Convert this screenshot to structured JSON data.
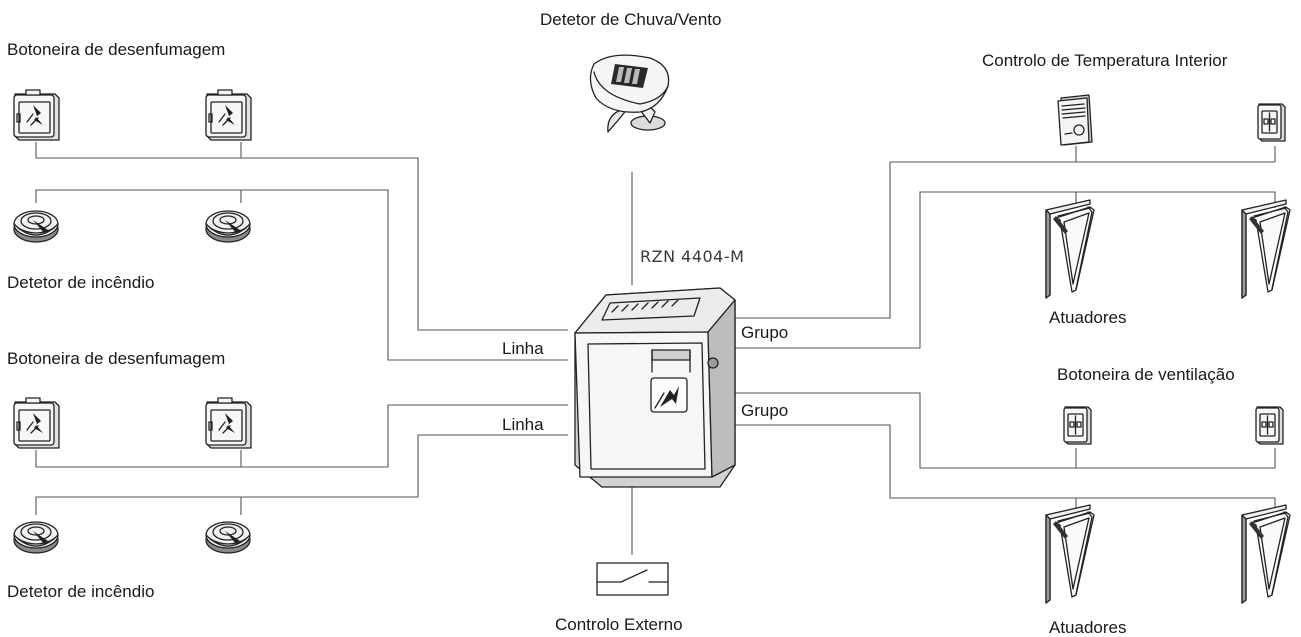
{
  "labels": {
    "smoke_button_top": "Botoneira de desenfumagem",
    "fire_detector_top": "Detetor de incêndio",
    "smoke_button_bottom": "Botoneira de desenfumagem",
    "fire_detector_bottom": "Detetor de incêndio",
    "rain_wind_detector": "Detetor de Chuva/Vento",
    "controller_model": "RZN 4404-M",
    "line_top": "Linha",
    "line_bottom": "Linha",
    "group_top": "Grupo",
    "group_bottom": "Grupo",
    "external_control": "Controlo Externo",
    "indoor_temp_control": "Controlo de Temperatura Interior",
    "actuators_top": "Atuadores",
    "vent_button": "Botoneira de ventilação",
    "actuators_bottom": "Atuadores"
  },
  "colors": {
    "wire": "#555555",
    "ink": "#222222",
    "device_fill": "#f4f4f4",
    "device_shadow": "#d8d8d8"
  }
}
